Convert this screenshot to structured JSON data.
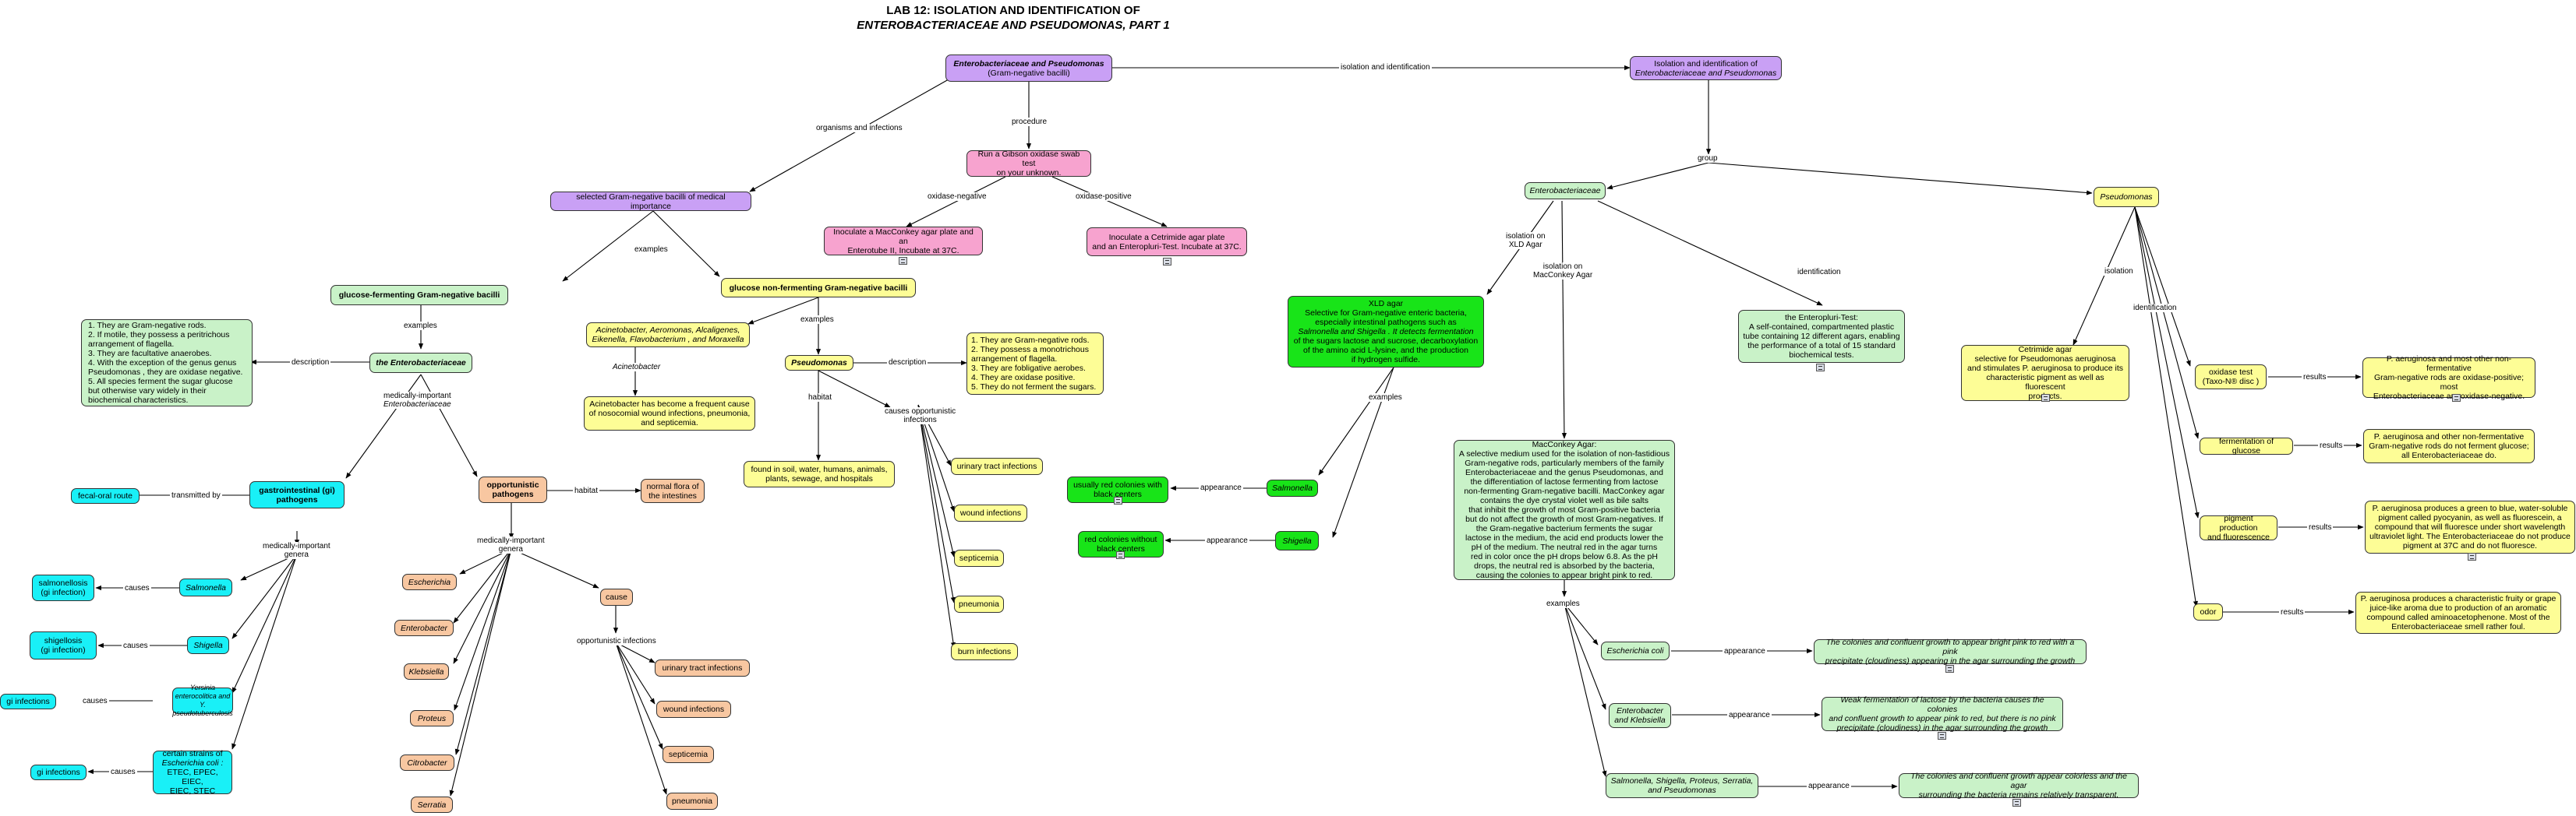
{
  "title": {
    "line1": "LAB 12: ISOLATION AND IDENTIFICATION OF",
    "line2": "ENTEROBACTERIACEAE  AND PSEUDOMONAS,  PART 1"
  },
  "nodes": {
    "root": {
      "l1": "Enterobacteriaceae  and Pseudomonas",
      "l2": "(Gram-negative bacilli)"
    },
    "iso_root": {
      "l1": "Isolation and identification of",
      "l2": "Enterobacteriaceae  and Pseudomonas"
    },
    "gibson": {
      "l1": "Run a Gibson oxidase swab test",
      "l2": "on your unknown."
    },
    "maconkey_inoc": {
      "l1": "Inoculate a MacConkey agar plate and an",
      "l2": "Enterotube II, Incubate at 37C."
    },
    "cetrimide_inoc": {
      "l1": "Inoculate a Cetrimide agar plate",
      "l2": "and an Enteropluri-Test. Incubate at 37C."
    },
    "selected": {
      "l1": "selected Gram-negative bacilli of medical importance"
    },
    "glucose_ferm": {
      "l1": "glucose-fermenting Gram-negative bacilli"
    },
    "glucose_nonferm": {
      "l1": "glucose non-fermenting Gram-negative bacilli"
    },
    "entero_desc": {
      "items": [
        "1. They are Gram-negative rods.",
        "2. If motile, they possess a peritrichous arrangement of flagella.",
        "3. They are facultative anaerobes.",
        "4. With the exception of the genus genus Pseudomonas , they are oxidase negative.",
        "5. All species ferment the sugar glucose but otherwise vary widely in their biochemical characteristics."
      ]
    },
    "the_entero": {
      "l1": "the Enterobacteriaceae"
    },
    "acineto_list": {
      "l1": "Acinetobacter, Aeromonas, Alcaligenes,",
      "l2": "Eikenella, Flavobacterium , and Moraxella"
    },
    "acineto_note": {
      "l1": "Acinetobacter  has become a frequent cause",
      "l2": "of nosocomial wound infections, pneumonia,",
      "l3": "and septicemia."
    },
    "pseudo_mid": {
      "l1": "Pseudomonas"
    },
    "pseudo_desc": {
      "items": [
        "1. They are Gram-negative rods.",
        "2. They possess a monotrichous arrangement of flagella.",
        "3. They are fobligative aerobes.",
        "4. They are oxidase positive.",
        "5. They do not ferment the sugars."
      ]
    },
    "habitat": {
      "l1": "found in  soil, water, humans, animals,",
      "l2": "plants, sewage, and hospitals"
    },
    "uti_y": {
      "l1": "urinary tract infections"
    },
    "wound_y": {
      "l1": "wound infections"
    },
    "septicemia_y": {
      "l1": "septicemia"
    },
    "pneumonia_y": {
      "l1": "pneumonia"
    },
    "burn_y": {
      "l1": "burn infections"
    },
    "gi_path": {
      "l1": "gastrointestinal (gi)",
      "l2": "pathogens"
    },
    "fecal": {
      "l1": "fecal-oral route"
    },
    "opport": {
      "l1": "opportunistic",
      "l2": "pathogens"
    },
    "normal_flora": {
      "l1": "normal flora of",
      "l2": "the intestines"
    },
    "salmonella_c": {
      "l1": "Salmonella"
    },
    "salmonellosis": {
      "l1": "salmonellosis",
      "l2": "(gi infection)"
    },
    "shigella_c": {
      "l1": "Shigella"
    },
    "shigellosis": {
      "l1": "shigellosis",
      "l2": "(gi infection)"
    },
    "yersinia": {
      "l1": "Yersinia enterocolitica and",
      "l2": "Y. pseudotuberculosis"
    },
    "gi_inf1": {
      "l1": "gi infections"
    },
    "ecoli_strains": {
      "l1": "certain strains of",
      "l2": "Escherichia coli :",
      "l3": "ETEC, EPEC, EIEC,",
      "l4": "EIEC, STEC"
    },
    "gi_inf2": {
      "l1": "gi infections"
    },
    "escherichia": {
      "l1": "Escherichia"
    },
    "enterobacter": {
      "l1": "Enterobacter"
    },
    "klebsiella": {
      "l1": "Klebsiella"
    },
    "proteus": {
      "l1": "Proteus"
    },
    "citrobacter": {
      "l1": "Citrobacter"
    },
    "serratia": {
      "l1": "Serratia"
    },
    "cause_o": {
      "l1": "cause"
    },
    "uti_o": {
      "l1": "urinary tract infections"
    },
    "wound_o": {
      "l1": "wound infections"
    },
    "septicemia_o": {
      "l1": "septicemia"
    },
    "pneumonia_o": {
      "l1": "pneumonia"
    },
    "entero_right": {
      "l1": "Enterobacteriaceae"
    },
    "pseudo_right": {
      "l1": "Pseudomonas"
    },
    "xld": {
      "l1": "XLD agar",
      "l2": "Selective for Gram-negative enteric bacteria,",
      "l3": "especially intestinal pathogens such as",
      "l4": "Salmonella  and Shigella . It detects fermentation",
      "l5": "of the sugars lactose and sucrose, decarboxylation",
      "l6": "of the amino acid L-lysine, and the production",
      "l7": "if hydrogen sulfide."
    },
    "enteropluri": {
      "l1": "the Enteropluri-Test:",
      "l2": "A self-contained, compartmented plastic",
      "l3": "tube containing 12 different agars, enabling",
      "l4": "the performance of a total of 15 standard",
      "l5": "biochemical tests."
    },
    "salmonella_r": {
      "l1": "Salmonella"
    },
    "shigella_r": {
      "l1": "Shigella"
    },
    "red_black": {
      "l1": "usually red colonies with",
      "l2": "black centers"
    },
    "red_noblack": {
      "l1": "red colonies without",
      "l2": "black centers"
    },
    "macconkey": {
      "l1": "MacConkey Agar:",
      "l2": "A selective medium used for the isolation of non-fastidious",
      "l3": "Gram-negative rods, particularly members of the family",
      "l4": "Enterobacteriaceae and the genus Pseudomonas, and",
      "l5": "the differentiation of lactose fermenting from lactose",
      "l6": "non-fermenting Gram-negative bacilli. MacConkey agar",
      "l7": "contains the dye crystal violet well as bile salts",
      "l8": "that inhibit the growth of most Gram-positive bacteria",
      "l9": "but do not affect the growth of most Gram-negatives. If",
      "l10": "the Gram-negative bacterium ferments the sugar",
      "l11": "lactose in the medium, the acid end products lower the",
      "l12": "pH of the medium. The neutral red in the agar turns",
      "l13": "red in color once the pH drops below 6.8. As the pH",
      "l14": "drops, the neutral red is absorbed by the bacteria,",
      "l15": "causing the colonies to appear bright pink to red."
    },
    "ecoli_r": {
      "l1": "Escherichia  coli"
    },
    "ent_kleb": {
      "l1": "Enterobacter",
      "l2": "and Klebsiella"
    },
    "sspsc": {
      "l1": "Salmonella, Shigella, Proteus, Serratia,",
      "l2": "and Pseudomonas"
    },
    "ecoli_app": {
      "l1": "The colonies and confluent growth to appear bright pink to red with a pink",
      "l2": "precipitate (cloudiness) appearing in the agar surrounding the growth"
    },
    "entkleb_app": {
      "l1": "Weak fermentation of lactose by the bacteria causes the colonies",
      "l2": "and confluent growth to appear pink to red, but  there is no pink",
      "l3": "precipitate (cloudiness) in the agar surrounding the growth"
    },
    "sspsc_app": {
      "l1": "The colonies and confluent growth appear colorless and the agar",
      "l2": "surrounding the bacteria remains relatively transparent."
    },
    "cetrimide": {
      "l1": "Cetrimide agar",
      "l2": "selective for Pseudomonas  aeruginosa",
      "l3": "and stimulates P. aeruginosa  to produce its",
      "l4": "characteristic pigment as well as fluorescent",
      "l5": "products."
    },
    "oxidase": {
      "l1": "oxidase test",
      "l2": "(Taxo-N® disc )"
    },
    "ferm_glucose": {
      "l1": "fermentation of glucose"
    },
    "pigment": {
      "l1": "pigment production",
      "l2": "and fluorescence"
    },
    "odor": {
      "l1": "odor"
    },
    "res_oxidase": {
      "l1": "P. aeruginosa  and most other non-fermentative",
      "l2": "Gram-negative rods are oxidase-positive; most",
      "l3": "Enterobacteriaceae  are oxidase-negative."
    },
    "res_glucose": {
      "l1": "P.  aeruginosa  and other non-fermentative",
      "l2": "Gram-negative rods do not ferment glucose;",
      "l3": "all Enterobacteriaceae  do."
    },
    "res_pigment": {
      "l1": "P. aeruginosa  produces a green to blue, water-soluble",
      "l2": "pigment called pyocyanin, as well as fluorescein, a",
      "l3": "compound that will fluoresce under short wavelength",
      "l4": "ultraviolet light. The Enterobacteriaceae  do not produce",
      "l5": "pigment at 37C and do not fluoresce."
    },
    "res_odor": {
      "l1": "P.  aeruginosa  produces a characteristic fruity or grape",
      "l2": "juice-like aroma due to production of an aromatic",
      "l3": "compound called aminoacetophenone. Most of the",
      "l4": "Enterobacteriaceae  smell rather foul."
    }
  },
  "edge_labels": {
    "iso_ident": "isolation and identification",
    "org_inf": "organisms and infections",
    "procedure": "procedure",
    "ox_neg": "oxidase-negative",
    "ox_pos": "oxidase-positive",
    "examples1": "examples",
    "examples2": "examples",
    "examples3": "examples",
    "description1": "description",
    "description2": "description",
    "med_imp1": "medically-important",
    "med_imp1b": "Enterobacteriaceae",
    "acineto_lbl": "Acinetobacter",
    "habitat_lbl": "habitat",
    "causes_opp": "causes opportunistic",
    "causes_opp2": "infections",
    "transmitted": "transmitted by",
    "habitat2": "habitat",
    "med_imp_gen1": "medically-important",
    "med_imp_gen1b": "genera",
    "med_imp_gen2": "medically-important",
    "med_imp_gen2b": "genera",
    "causes1": "causes",
    "causes2": "causes",
    "causes3": "causes",
    "causes4": "causes",
    "opp_inf": "opportunistic infections",
    "group": "group",
    "iso_xld": "isolation on",
    "iso_xld2": "XLD Agar",
    "iso_mac": "isolation on",
    "iso_mac2": "MacConkey Agar",
    "identification1": "identification",
    "examples_xld": "examples",
    "appearance1": "appearance",
    "appearance2": "appearance",
    "examples_mac": "examples",
    "appearance3": "appearance",
    "appearance4": "appearance",
    "appearance5": "appearance",
    "isolation_p": "isolation",
    "identification2": "identification",
    "results1": "results",
    "results2": "results",
    "results3": "results",
    "results4": "results"
  }
}
